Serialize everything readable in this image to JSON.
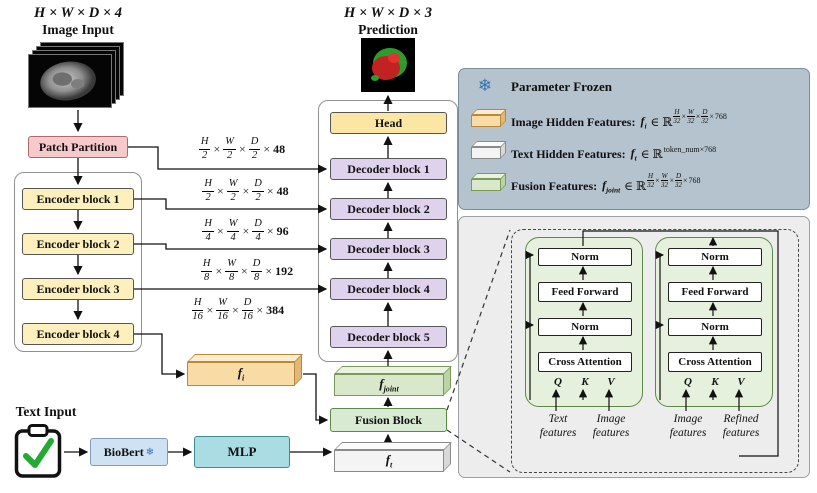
{
  "header": {
    "input_dims": "H × W × D × 4",
    "input_label": "Image Input",
    "output_dims": "H × W × D × 3",
    "output_label": "Prediction"
  },
  "patch_partition": "Patch Partition",
  "encoder_blocks": [
    "Encoder block 1",
    "Encoder block 2",
    "Encoder block 3",
    "Encoder block 4"
  ],
  "decoder": {
    "head": "Head",
    "blocks": [
      "Decoder block 1",
      "Decoder block 2",
      "Decoder block 3",
      "Decoder block 4",
      "Decoder block 5"
    ]
  },
  "dim_labels": [
    {
      "fracs": [
        [
          "H",
          "2"
        ],
        [
          "W",
          "2"
        ],
        [
          "D",
          "2"
        ]
      ],
      "tail": "48"
    },
    {
      "fracs": [
        [
          "H",
          "2"
        ],
        [
          "W",
          "2"
        ],
        [
          "D",
          "2"
        ]
      ],
      "tail": "48"
    },
    {
      "fracs": [
        [
          "H",
          "4"
        ],
        [
          "W",
          "4"
        ],
        [
          "D",
          "4"
        ]
      ],
      "tail": "96"
    },
    {
      "fracs": [
        [
          "H",
          "8"
        ],
        [
          "W",
          "8"
        ],
        [
          "D",
          "8"
        ]
      ],
      "tail": "192"
    },
    {
      "fracs": [
        [
          "H",
          "16"
        ],
        [
          "W",
          "16"
        ],
        [
          "D",
          "16"
        ]
      ],
      "tail": "384"
    }
  ],
  "features": {
    "fi": "f_i",
    "ft": "f_t",
    "fjoint": "f_joint"
  },
  "fusion_block": "Fusion Block",
  "text_branch": {
    "label": "Text Input",
    "biobert": "BioBert",
    "mlp": "MLP",
    "snowflake": "❄"
  },
  "legend": {
    "snowflake": "❄",
    "title": "Parameter Frozen",
    "rows": [
      {
        "cube": "orange",
        "label": "Image Hidden Features:",
        "symbol": "f_i",
        "set": "∈ ℝ",
        "exp_fracs": [
          [
            "H",
            "32"
          ],
          [
            "W",
            "32"
          ],
          [
            "D",
            "32"
          ]
        ],
        "exp_tail": "768"
      },
      {
        "cube": "white",
        "label": "Text Hidden Features:",
        "symbol": "f_t",
        "set": "∈ ℝ",
        "exp_fracs": [],
        "exp_tail": "token_num×768"
      },
      {
        "cube": "green",
        "label": "Fusion Features:",
        "symbol": "f_joint",
        "set": "∈ ℝ",
        "exp_fracs": [
          [
            "H",
            "32"
          ],
          [
            "W",
            "32"
          ],
          [
            "D",
            "32"
          ]
        ],
        "exp_tail": "768"
      }
    ]
  },
  "transformer_blocks": [
    {
      "ops": [
        "Norm",
        "Feed Forward",
        "Norm",
        "Cross Attention"
      ],
      "qkv": [
        "Q",
        "K",
        "V"
      ],
      "inputs": [
        "Text features",
        "Image features"
      ]
    },
    {
      "ops": [
        "Norm",
        "Feed Forward",
        "Norm",
        "Cross Attention"
      ],
      "qkv": [
        "Q",
        "K",
        "V"
      ],
      "inputs": [
        "Image features",
        "Refined features"
      ]
    }
  ],
  "colors": {
    "encoder": "#fdf0bd",
    "decoder": "#ded2ec",
    "patch_partition": "#f6caca",
    "head": "#fbe7a3",
    "fusion": "#d9ead3",
    "biobert": "#cfe2f3",
    "mlp": "#a9dce3",
    "feature_image": "#f9dba6",
    "feature_text": "#f4f4f4",
    "feature_fusion": "#d9e8cb",
    "legend_panel": "#b4c3cd",
    "detail_panel": "#ededed",
    "attention_block": "#e5f0dd",
    "snowflake": "#2e75b6",
    "check": "#22aa33"
  }
}
